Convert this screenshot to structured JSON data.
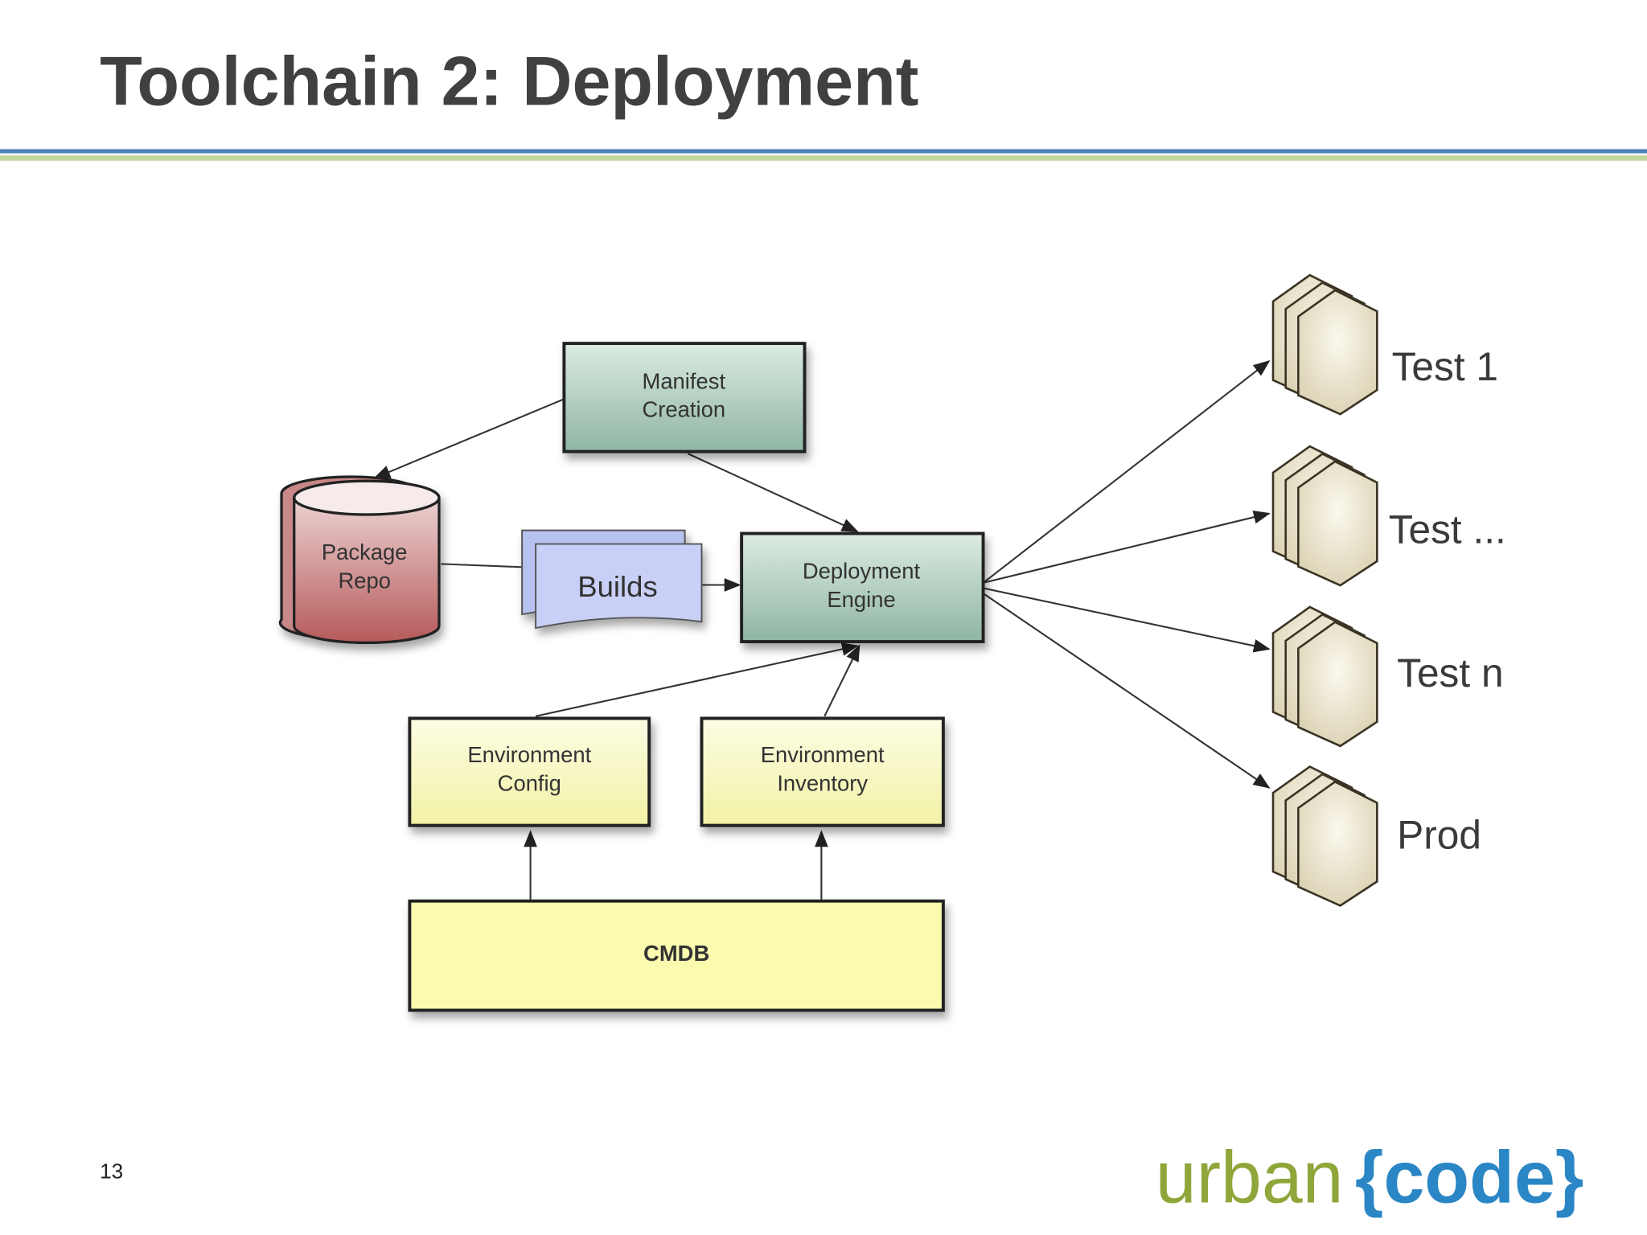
{
  "slide": {
    "title": "Toolchain 2: Deployment",
    "page_number": "13",
    "logo": {
      "part1": "urban",
      "part2": "{code}"
    }
  },
  "diagram": {
    "manifest": [
      "Manifest",
      "Creation"
    ],
    "package_repo": [
      "Package",
      "Repo"
    ],
    "builds": "Builds",
    "deployment_engine": [
      "Deployment",
      "Engine"
    ],
    "env_config": [
      "Environment",
      "Config"
    ],
    "env_inventory": [
      "Environment",
      "Inventory"
    ],
    "cmdb": "CMDB",
    "targets": [
      "Test 1",
      "Test ...",
      "Test n",
      "Prod"
    ]
  },
  "colors": {
    "title_rule_blue": "#4f81bd",
    "title_rule_green": "#c3d69b",
    "logo_green": "#8fa63a",
    "logo_blue": "#2a86c4"
  }
}
